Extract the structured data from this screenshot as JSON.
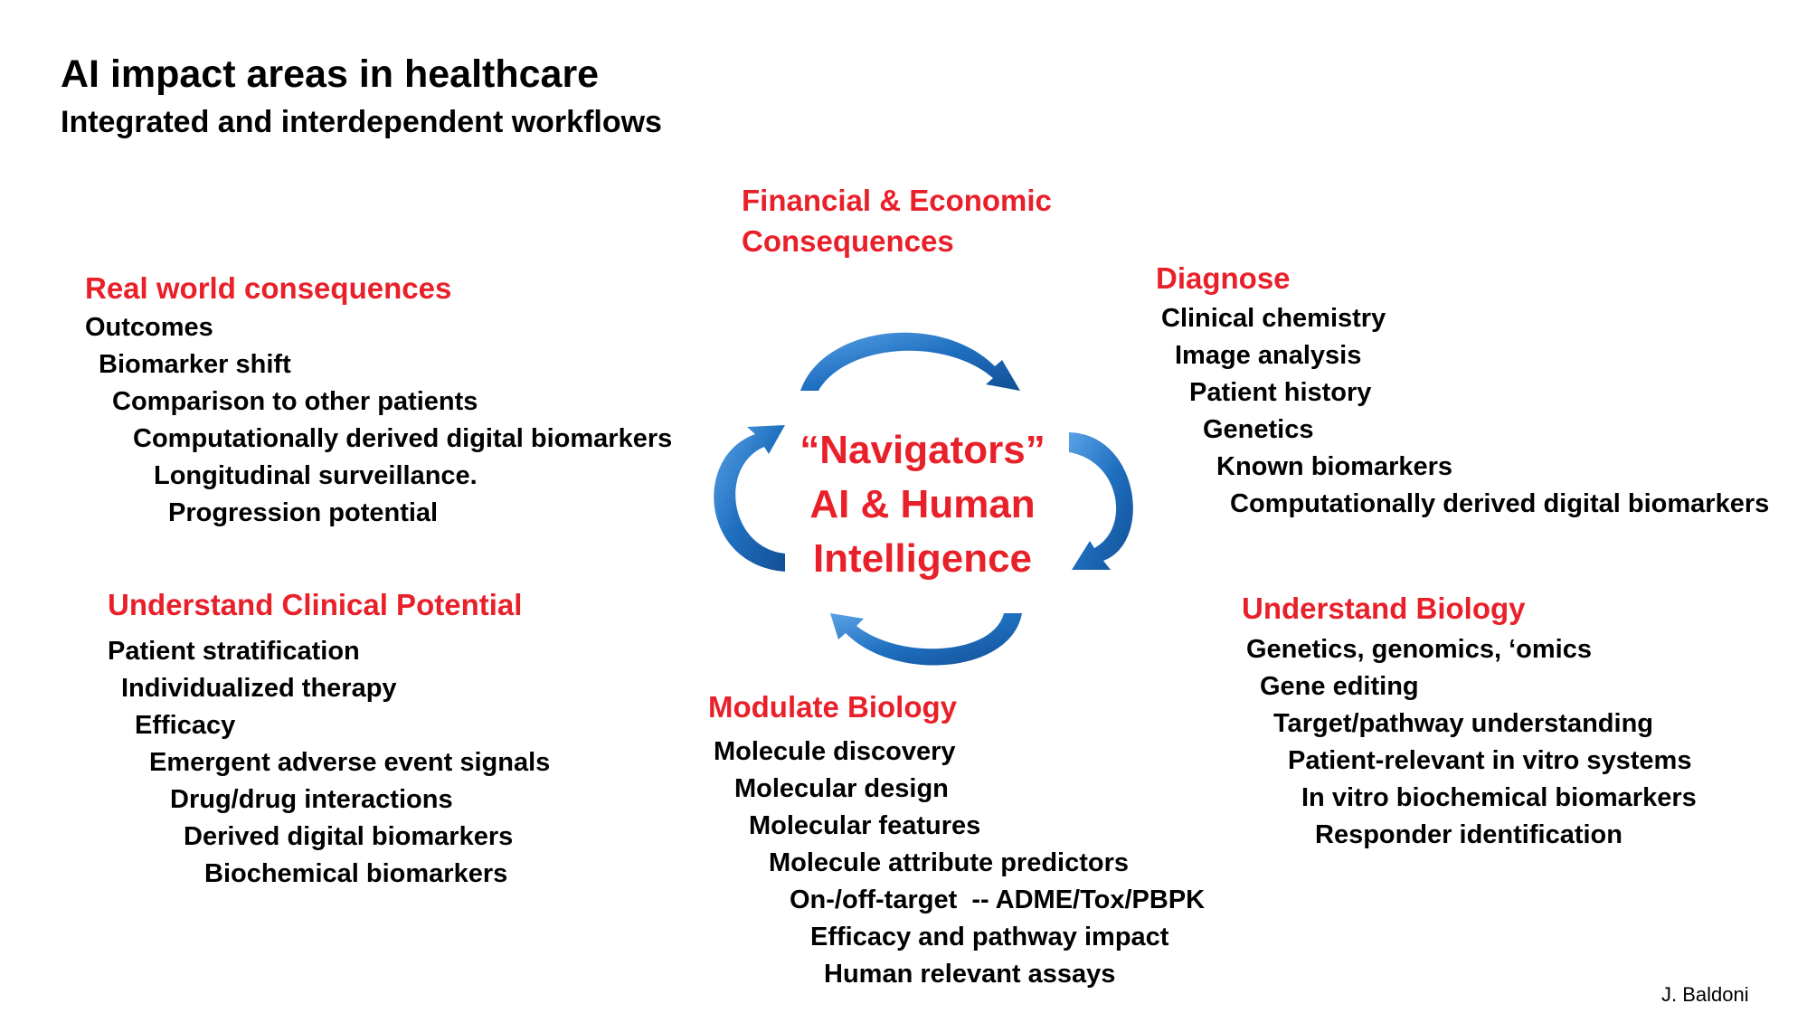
{
  "title": "AI impact areas in healthcare",
  "subtitle": "Integrated and interdependent workflows",
  "center": {
    "line1": "“Navigators”",
    "line2": "AI & Human",
    "line3": "Intelligence"
  },
  "financial": {
    "heading_line1": "Financial & Economic",
    "heading_line2": "Consequences"
  },
  "real_world": {
    "heading": "Real world consequences",
    "items": [
      "Outcomes",
      "Biomarker shift",
      "Comparison to other patients",
      "Computationally derived digital biomarkers",
      "Longitudinal surveillance.",
      "Progression potential"
    ]
  },
  "diagnose": {
    "heading": "Diagnose",
    "items": [
      "Clinical chemistry",
      "Image analysis",
      "Patient history",
      "Genetics",
      "Known biomarkers",
      "Computationally derived digital biomarkers"
    ]
  },
  "clinical_potential": {
    "heading": "Understand Clinical Potential",
    "items": [
      "Patient stratification",
      "Individualized therapy",
      "Efficacy",
      "Emergent adverse event signals",
      "Drug/drug interactions",
      "Derived digital biomarkers",
      "Biochemical biomarkers"
    ]
  },
  "understand_biology": {
    "heading": "Understand Biology",
    "items": [
      "Genetics, genomics, ‘omics",
      "Gene editing",
      "Target/pathway understanding",
      "Patient-relevant in vitro systems",
      "In vitro biochemical biomarkers",
      "Responder identification"
    ]
  },
  "modulate_biology": {
    "heading": "Modulate Biology",
    "items": [
      "Molecule discovery",
      "Molecular design",
      "Molecular features",
      "Molecule attribute predictors",
      "On-/off-target  -- ADME/Tox/PBPK",
      "Efficacy and pathway impact",
      "Human relevant assays"
    ]
  },
  "credit": "J. Baldoni",
  "colors": {
    "accent_red": "#e8202a",
    "arrow_blue": "#1f6fc0"
  },
  "icons": [
    "curved-arrow-top",
    "curved-arrow-right",
    "curved-arrow-bottom",
    "curved-arrow-left"
  ]
}
